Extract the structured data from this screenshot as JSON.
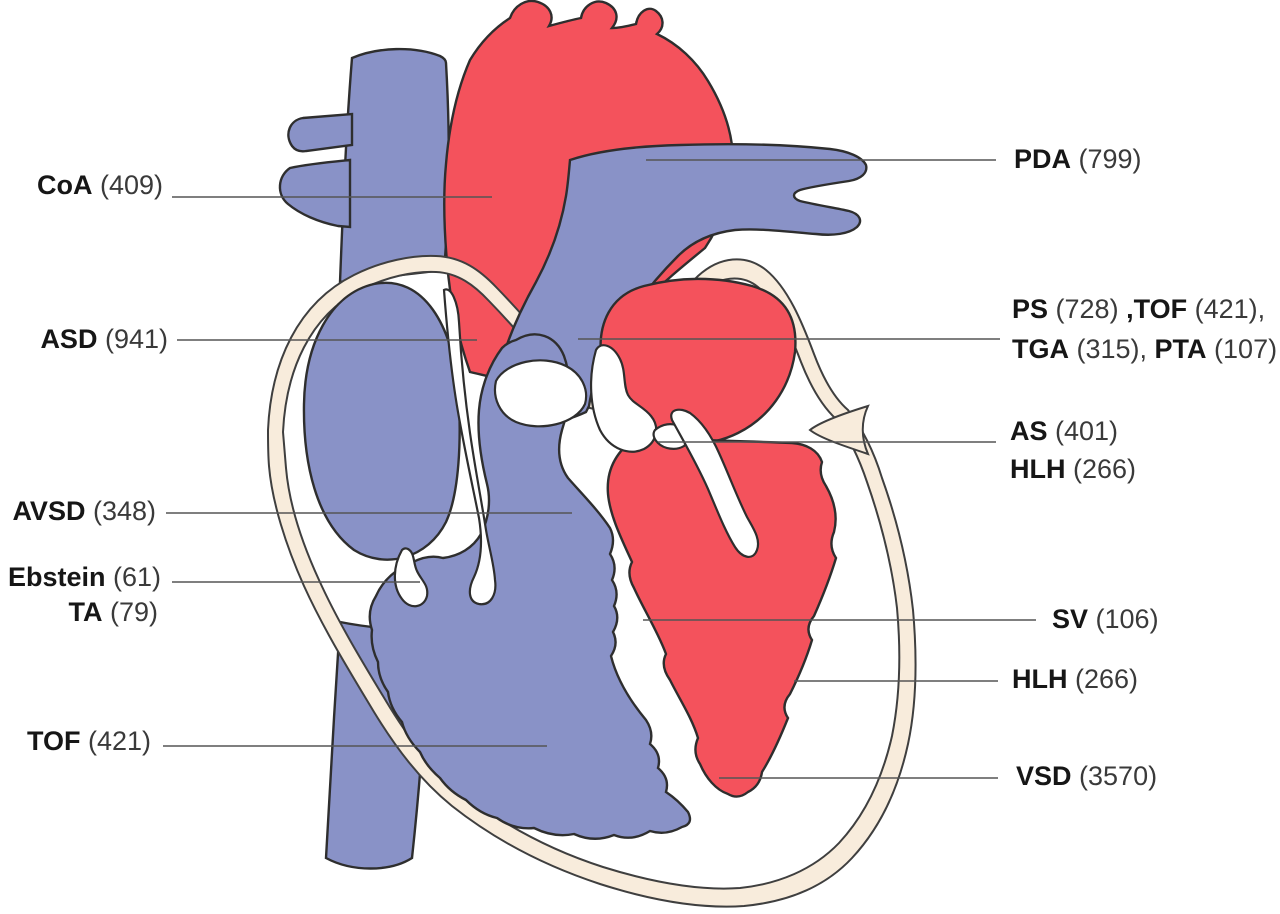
{
  "figure_type": "heart-congenital-defect-diagram",
  "colors": {
    "deoxygenated_blue": "#8992c7",
    "oxygenated_red": "#f4525c",
    "pericardium_cream": "#f8ecdc",
    "outline": "#2e2e2e",
    "pericardium_line": "#3f3f3f",
    "leader_line": "#555555",
    "label_bold": "#161616",
    "label_number": "#3a3a3a",
    "background": "#ffffff"
  },
  "labels": {
    "left": [
      {
        "id": "coa",
        "segments": [
          {
            "t": "CoA",
            "b": true
          },
          {
            "t": " (409)",
            "b": false
          }
        ]
      },
      {
        "id": "asd",
        "segments": [
          {
            "t": "ASD",
            "b": true
          },
          {
            "t": " (941)",
            "b": false
          }
        ]
      },
      {
        "id": "avsd",
        "segments": [
          {
            "t": "AVSD",
            "b": true
          },
          {
            "t": " (348)",
            "b": false
          }
        ]
      },
      {
        "id": "ebstein",
        "segments": [
          {
            "t": "Ebstein",
            "b": true
          },
          {
            "t": " (61)",
            "b": false
          }
        ]
      },
      {
        "id": "ta",
        "segments": [
          {
            "t": "TA",
            "b": true
          },
          {
            "t": " (79)",
            "b": false
          }
        ]
      },
      {
        "id": "tof",
        "segments": [
          {
            "t": "TOF",
            "b": true
          },
          {
            "t": " (421)",
            "b": false
          }
        ]
      }
    ],
    "right": [
      {
        "id": "pda",
        "segments": [
          {
            "t": "PDA",
            "b": true
          },
          {
            "t": " (799)",
            "b": false
          }
        ]
      },
      {
        "id": "ps-tof-tga-pta",
        "lines": [
          [
            {
              "t": "PS",
              "b": true
            },
            {
              "t": " (728)  ",
              "b": false
            },
            {
              "t": ",TOF",
              "b": true
            },
            {
              "t": " (421),",
              "b": false
            }
          ],
          [
            {
              "t": "TGA",
              "b": true
            },
            {
              "t": " (315), ",
              "b": false
            },
            {
              "t": "PTA",
              "b": true
            },
            {
              "t": " (107)",
              "b": false
            }
          ]
        ]
      },
      {
        "id": "as-hlh",
        "lines": [
          [
            {
              "t": "AS",
              "b": true
            },
            {
              "t": " (401)",
              "b": false
            }
          ],
          [
            {
              "t": "HLH",
              "b": true
            },
            {
              "t": " (266)",
              "b": false
            }
          ]
        ]
      },
      {
        "id": "sv",
        "segments": [
          {
            "t": "SV",
            "b": true
          },
          {
            "t": " (106)",
            "b": false
          }
        ]
      },
      {
        "id": "hlh2",
        "segments": [
          {
            "t": "HLH",
            "b": true
          },
          {
            "t": " (266)",
            "b": false
          }
        ]
      },
      {
        "id": "vsd",
        "segments": [
          {
            "t": "VSD",
            "b": true
          },
          {
            "t": " (3570)",
            "b": false
          }
        ]
      }
    ]
  },
  "defects": [
    {
      "abbr": "CoA",
      "count": 409,
      "side": "left"
    },
    {
      "abbr": "ASD",
      "count": 941,
      "side": "left"
    },
    {
      "abbr": "AVSD",
      "count": 348,
      "side": "left"
    },
    {
      "abbr": "Ebstein",
      "count": 61,
      "side": "left"
    },
    {
      "abbr": "TA",
      "count": 79,
      "side": "left"
    },
    {
      "abbr": "TOF",
      "count": 421,
      "side": "left"
    },
    {
      "abbr": "PDA",
      "count": 799,
      "side": "right"
    },
    {
      "abbr": "PS",
      "count": 728,
      "side": "right"
    },
    {
      "abbr": "TOF",
      "count": 421,
      "side": "right"
    },
    {
      "abbr": "TGA",
      "count": 315,
      "side": "right"
    },
    {
      "abbr": "PTA",
      "count": 107,
      "side": "right"
    },
    {
      "abbr": "AS",
      "count": 401,
      "side": "right"
    },
    {
      "abbr": "HLH",
      "count": 266,
      "side": "right"
    },
    {
      "abbr": "SV",
      "count": 106,
      "side": "right"
    },
    {
      "abbr": "HLH",
      "count": 266,
      "side": "right"
    },
    {
      "abbr": "VSD",
      "count": 3570,
      "side": "right"
    }
  ]
}
